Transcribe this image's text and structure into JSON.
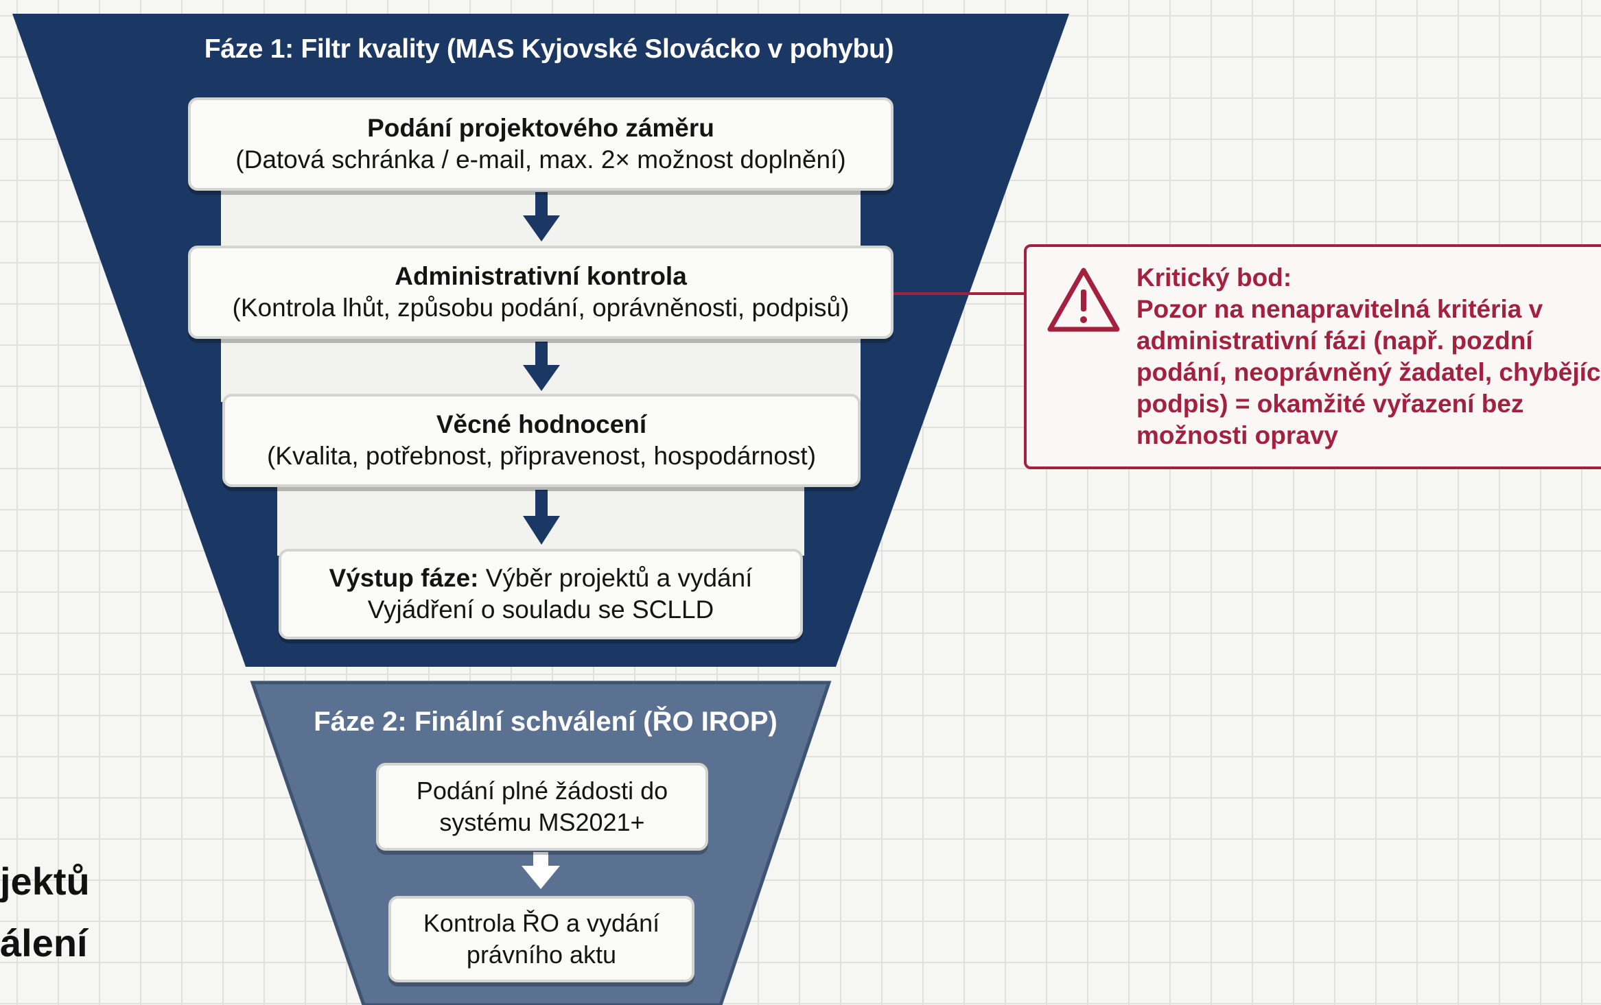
{
  "colors": {
    "phase1_fill": "#1b3865",
    "phase2_fill": "#5a7191",
    "phase2_border": "#3f5472",
    "box_fill": "#fbfbf8",
    "arrow_dark": "#1b3865",
    "arrow_light": "#ffffff",
    "critical": "#a3213f",
    "grid_background": "#f6f6f3"
  },
  "phase1": {
    "title": "Fáze 1: Filtr kvality (MAS Kyjovské Slovácko v pohybu)",
    "steps": [
      {
        "title": "Podání projektového záměru",
        "desc": "(Datová schránka / e-mail, max. 2× možnost doplnění)"
      },
      {
        "title": "Administrativní kontrola",
        "desc": "(Kontrola lhůt, způsobu podání, oprávněnosti, podpisů)"
      },
      {
        "title": "Věcné hodnocení",
        "desc": "(Kvalita, potřebnost, připravenost, hospodárnost)"
      }
    ],
    "output": {
      "label": "Výstup fáze:",
      "text_line1": " Výběr projektů a vydání",
      "text_line2": "Vyjádření o souladu se SCLLD"
    }
  },
  "phase2": {
    "title": "Fáze 2: Finální schválení (ŘO IROP)",
    "steps": [
      {
        "line1": "Podání plné žádosti do",
        "line2": "systému MS2021+"
      },
      {
        "line1": "Kontrola ŘO a vydání",
        "line2": "právního aktu"
      }
    ]
  },
  "critical_point": {
    "title": "Kritický bod:",
    "text": "Pozor na nenapravitelná kritéria v administrativní fázi (např. pozdní podání, neoprávněný žadatel, chybějící podpis) = okamžité vyřazení bez možnosti opravy",
    "icon": "warning-triangle-icon"
  },
  "side_text": {
    "line1": "jektů",
    "line2": "álení"
  }
}
